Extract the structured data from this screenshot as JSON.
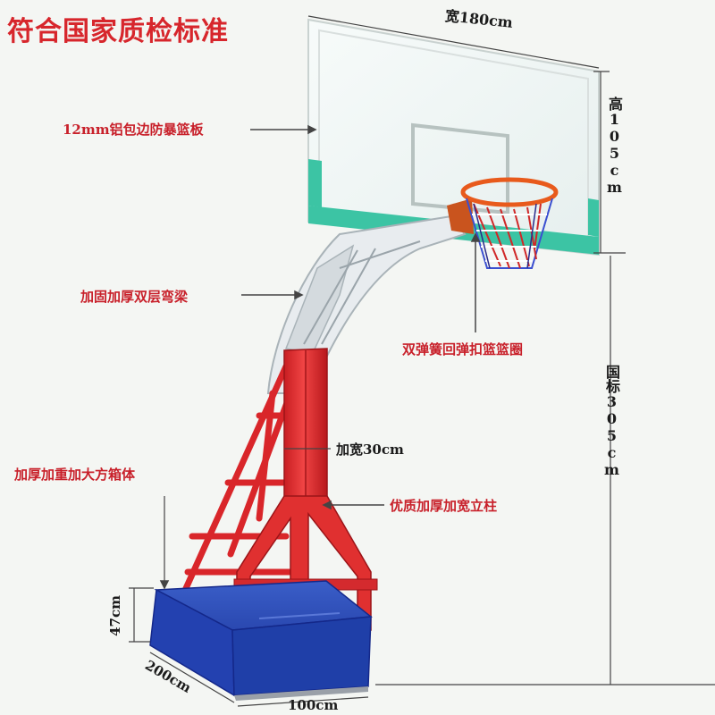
{
  "title": "符合国家质检标准",
  "labels": {
    "width_top": "宽180cm",
    "backboard": "12mm铝包边防暴篮板",
    "height_board": "高105cm",
    "boom": "加固加厚双层弯梁",
    "rim": "双弹簧回弹扣篮篮圈",
    "national": "国标305cm",
    "widened": "加宽30cm",
    "base_box": "加厚加重加大方箱体",
    "pole": "优质加厚加宽立柱",
    "base_height": "47cm",
    "base_depth": "200cm",
    "base_width": "100cm"
  },
  "colors": {
    "title_red": "#d7262c",
    "label_red": "#c8202a",
    "pole_red": "#e03030",
    "base_blue": "#1f3fa8",
    "backboard_edge": "#3cc4a4",
    "boom_white": "#e8ecef",
    "rim_orange": "#e85a1c"
  }
}
